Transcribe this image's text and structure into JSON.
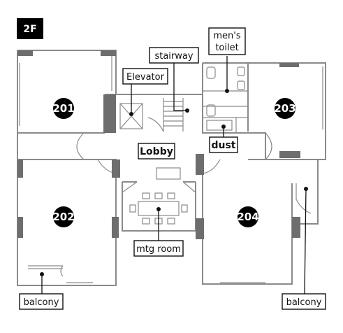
{
  "floor": {
    "label": "2F"
  },
  "rooms": [
    {
      "id": "201",
      "label": "201"
    },
    {
      "id": "202",
      "label": "202"
    },
    {
      "id": "203",
      "label": "203"
    },
    {
      "id": "204",
      "label": "204"
    }
  ],
  "labels": {
    "stairway": "stairway",
    "elevator": "Elevator",
    "mens_toilet_line1": "men's",
    "mens_toilet_line2": "toilet",
    "lobby": "Lobby",
    "dust": "dust",
    "mtg_room": "mtg room",
    "balcony_left": "balcony",
    "balcony_right": "balcony"
  },
  "colors": {
    "wall": "#8a8a8a",
    "pillar": "#6d6d6d",
    "badge": "#000000",
    "label_border": "#111111"
  }
}
